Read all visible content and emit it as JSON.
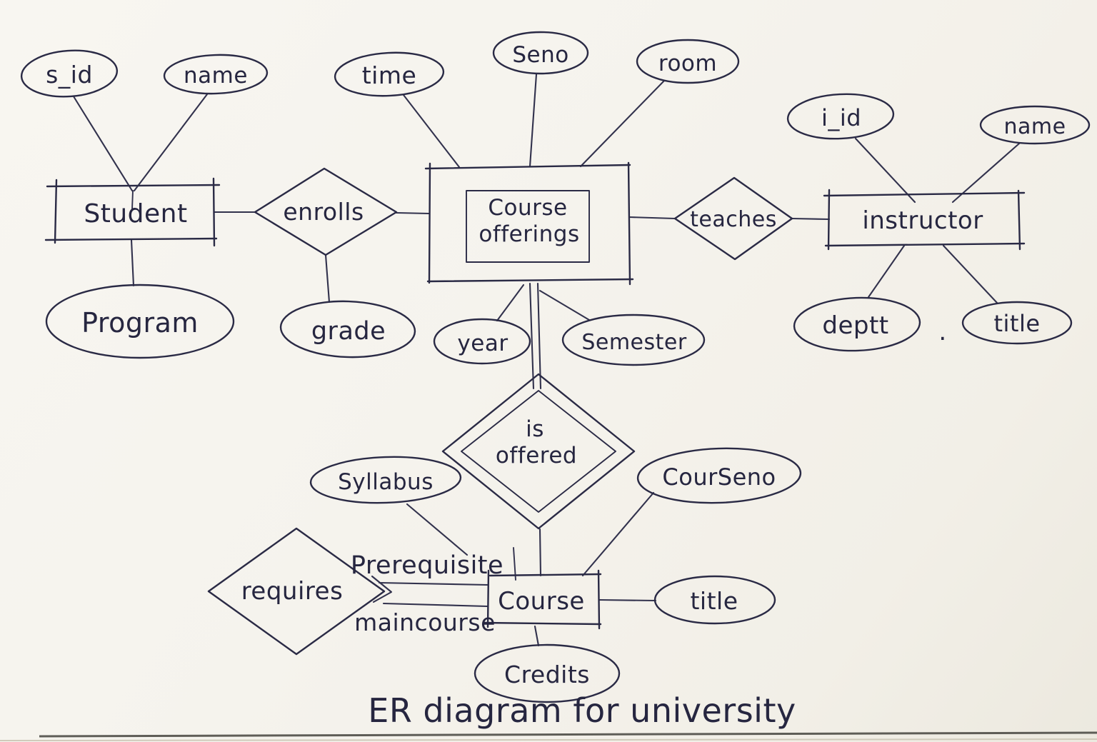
{
  "page_title": "ER diagram for university",
  "palette": {
    "ink": "#2a2a45",
    "paper": "#f5f3ed"
  },
  "entities": {
    "student": {
      "label": "Student"
    },
    "course_offerings": {
      "line1": "Course",
      "line2": "offerings"
    },
    "instructor": {
      "label": "instructor"
    },
    "course": {
      "label": "Course"
    }
  },
  "relationships": {
    "enrolls": {
      "label": "enrolls"
    },
    "teaches": {
      "label": "teaches"
    },
    "is_offered": {
      "line1": "is",
      "line2": "offered"
    },
    "requires": {
      "label": "requires"
    }
  },
  "attributes": {
    "s_id": "s_id",
    "student_name": "name",
    "program": "Program",
    "time": "time",
    "seno": "Seno",
    "room": "room",
    "grade": "grade",
    "year": "year",
    "semester": "Semester",
    "i_id": "i_id",
    "instructor_name": "name",
    "deptt": "deptt",
    "instructor_title": "title",
    "syllabus": "Syllabus",
    "courseno": "CourSeno",
    "course_title": "title",
    "credits": "Credits"
  },
  "edge_labels": {
    "prerequisite": "Prerequisite",
    "maincourse": "maincourse"
  },
  "marks": {
    "stray_dot": "."
  }
}
